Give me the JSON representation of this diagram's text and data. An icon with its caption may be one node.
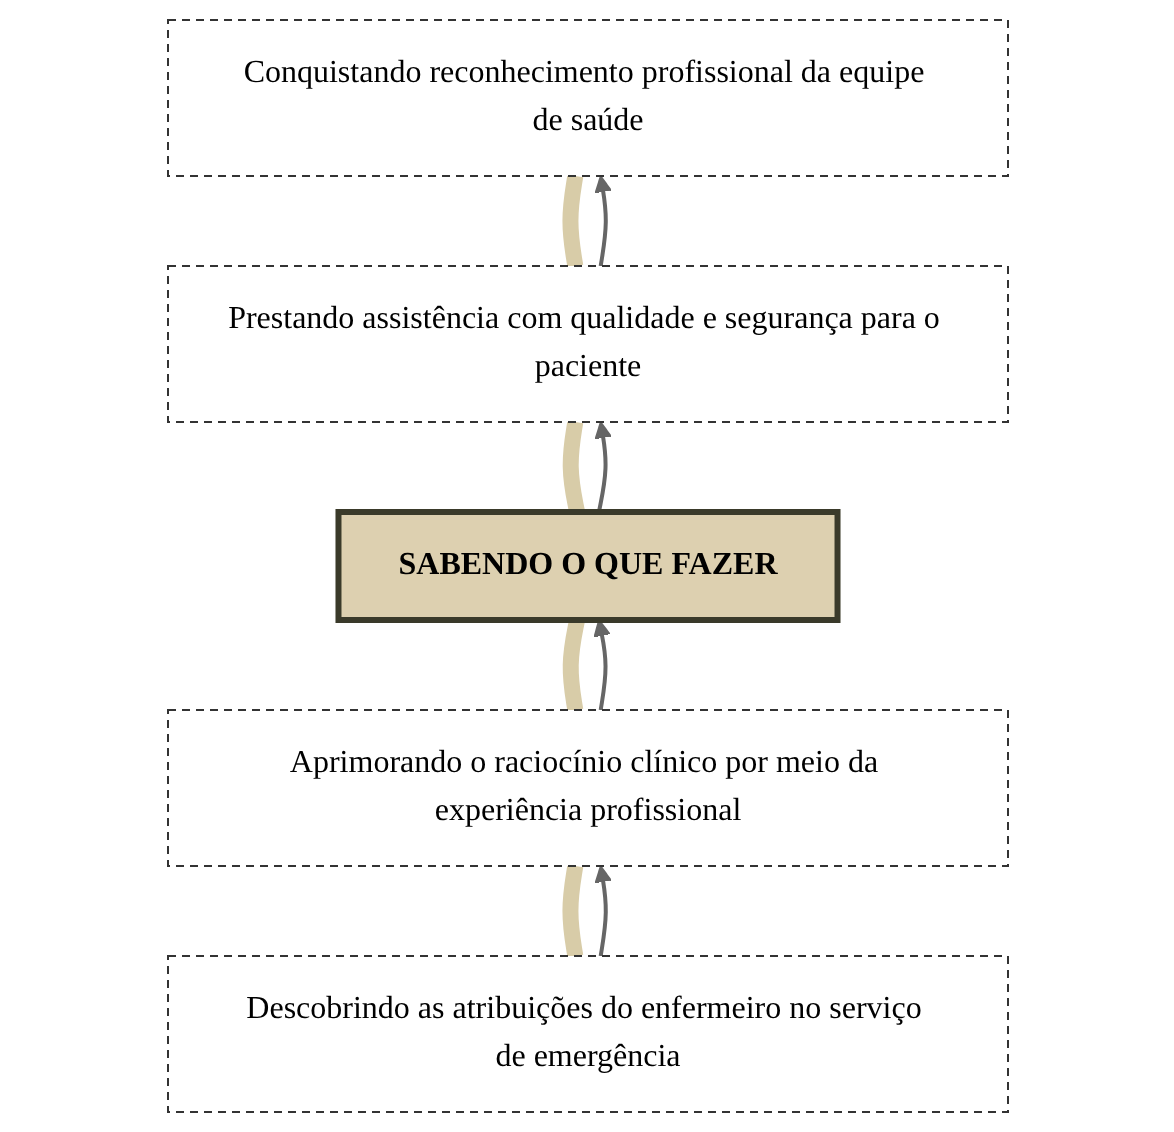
{
  "diagram": {
    "nodes": [
      {
        "text": [
          "Conquistando reconhecimento profissional da equipe de saúde"
        ]
      },
      {
        "text": [
          "Prestando assistência com qualidade e segurança para o paciente"
        ]
      },
      {
        "text": [
          "SABENDO O QUE FAZER"
        ]
      },
      {
        "text": [
          "Aprimorando o raciocínio clínico por meio da experiência profissional"
        ]
      },
      {
        "text": [
          "Descobrindo as atribuições do enfermeiro no serviço de emergência"
        ]
      }
    ],
    "edges": [
      {
        "from": 0,
        "to": 1,
        "arrow": "none",
        "style": "thick",
        "color": "#d8cca8"
      },
      {
        "from": 1,
        "to": 2,
        "arrow": "none",
        "style": "thick",
        "color": "#d8cca8"
      },
      {
        "from": 2,
        "to": 3,
        "arrow": "none",
        "style": "thick",
        "color": "#d8cca8"
      },
      {
        "from": 3,
        "to": 4,
        "arrow": "none",
        "style": "thick",
        "color": "#d8cca8"
      },
      {
        "from": 4,
        "to": 3,
        "arrow": "to",
        "color": "#666666"
      },
      {
        "from": 3,
        "to": 2,
        "arrow": "to",
        "color": "#666666"
      },
      {
        "from": 2,
        "to": 1,
        "arrow": "to",
        "color": "#666666"
      },
      {
        "from": 1,
        "to": 0,
        "arrow": "to",
        "color": "#666666"
      }
    ]
  }
}
